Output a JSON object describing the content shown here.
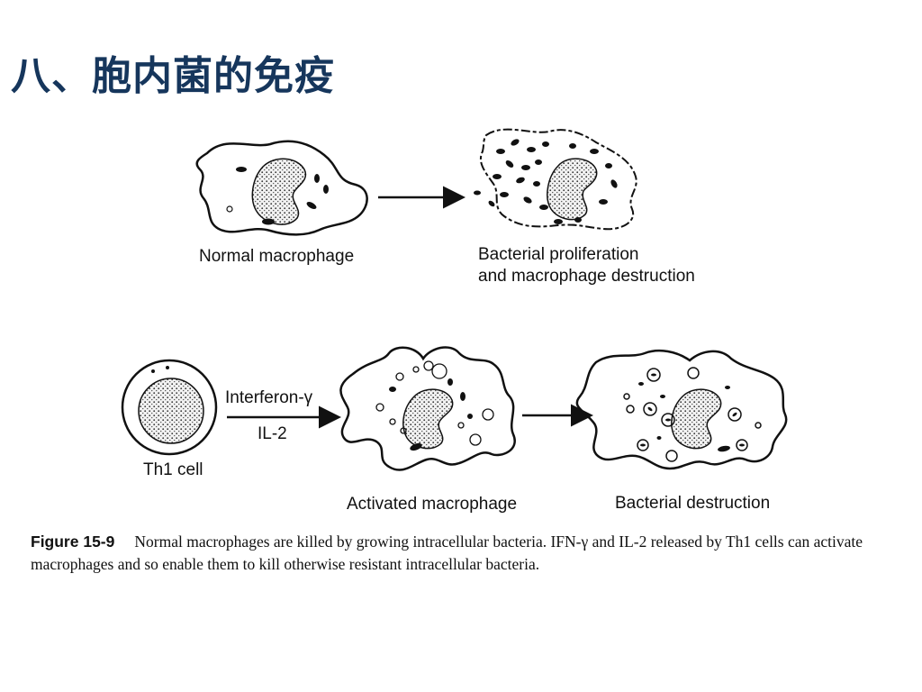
{
  "slide": {
    "title": "八、胞内菌的免疫"
  },
  "figure": {
    "normal_label": "Normal macrophage",
    "destruction_label_1": "Bacterial proliferation",
    "destruction_label_2": "and macrophage destruction",
    "th1_label": "Th1 cell",
    "signal_label_1": "Interferon-γ",
    "signal_label_2": "IL-2",
    "activated_label": "Activated macrophage",
    "bacterial_destruction_label": "Bacterial destruction",
    "caption_label": "Figure 15-9",
    "caption_text": "Normal macrophages are killed by growing intracellular bacteria. IFN-γ and IL-2 released by Th1 cells can activate macrophages and so enable them to kill otherwise resistant intracellular bacteria."
  }
}
